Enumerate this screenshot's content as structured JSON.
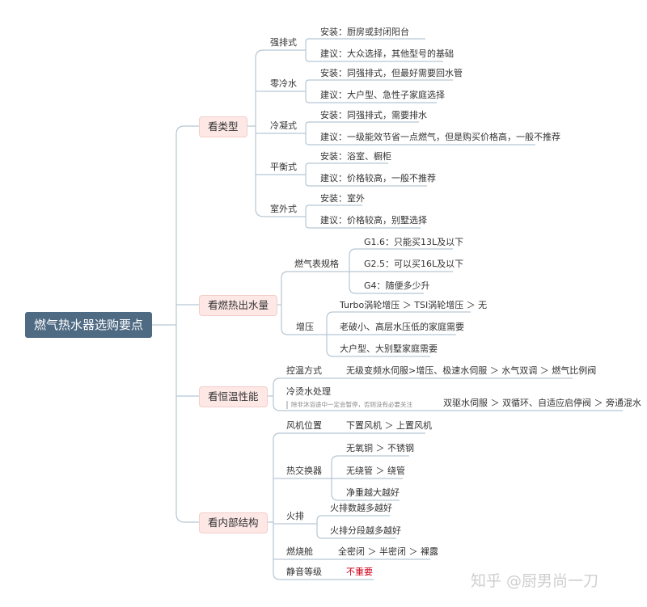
{
  "root": "燃气热水器选购要点",
  "categories": {
    "type": "看类型",
    "flow": "看燃热出水量",
    "temp": "看恒温性能",
    "structure": "看内部结构"
  },
  "type_branch": {
    "strong": {
      "label": "强排式",
      "install": "安装：厨房或封闭阳台",
      "advice": "建议：大众选择，其他型号的基础"
    },
    "zero": {
      "label": "零冷水",
      "install": "安装：同强排式，但最好需要回水管",
      "advice": "建议：大户型、急性子家庭选择"
    },
    "cond": {
      "label": "冷凝式",
      "install": "安装：同强排式，需要排水",
      "advice": "建议：一级能效节省一点燃气，但是购买价格高，一般不推荐"
    },
    "balanced": {
      "label": "平衡式",
      "install": "安装：浴室、橱柜",
      "advice": "建议：价格较高，一般不推荐"
    },
    "outdoor": {
      "label": "室外式",
      "install": "安装：室外",
      "advice": "建议：价格较高，别墅选择"
    }
  },
  "flow_branch": {
    "meter": {
      "label": "燃气表规格",
      "g16": "G1.6：只能买13L及以下",
      "g25": "G2.5：可以买16L及以下",
      "g4": "G4：随便多少升"
    },
    "boost": {
      "label": "增压",
      "turbo": "Turbo涡轮增压 ＞ TSI涡轮增压 ＞ 无",
      "old": "老破小、高层水压低的家庭需要",
      "big": "大户型、大别墅家庭需要"
    }
  },
  "temp_branch": {
    "control": {
      "label": "控温方式",
      "value": "无级变频水伺服>增压、极速水伺服 ＞ 水气双调 ＞ 燃气比例阀"
    },
    "scald": {
      "label": "冷烫水处理",
      "note": "除非沐浴途中一定会暂停，否则没有必要关注",
      "value": "双驱水伺服 ＞ 双循环、自适应启停阀 ＞ 旁通混水"
    }
  },
  "structure_branch": {
    "fan": {
      "label": "风机位置",
      "value": "下置风机 ＞ 上置风机"
    },
    "heat": {
      "label": "热交换器",
      "a": "无氧铜 ＞ 不锈钢",
      "b": "无绕管 ＞ 绕管",
      "c": "净重越大越好"
    },
    "fire": {
      "label": "火排",
      "a": "火排数越多越好",
      "b": "火排分段越多越好"
    },
    "chamber": {
      "label": "燃烧舱",
      "value": "全密闭 ＞ 半密闭 ＞ 裸露"
    },
    "silent": {
      "label": "静音等级",
      "value": "不重要"
    }
  },
  "watermark": "知乎 @厨男尚一刀",
  "colors": {
    "root_bg": "#4f6a83",
    "category_bg": "#fde8e6",
    "line": "#b7c6d3",
    "warning": "#d0021b"
  }
}
